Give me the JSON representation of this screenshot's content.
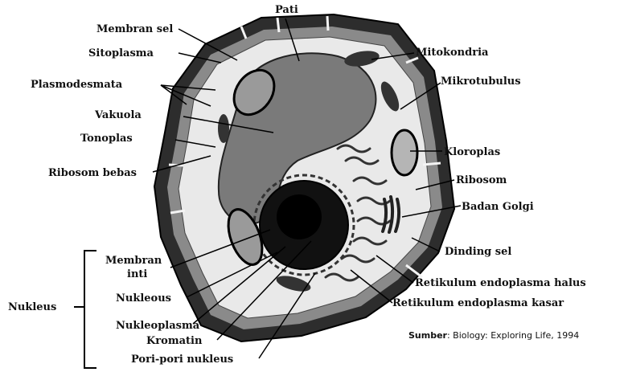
{
  "labels": {
    "pati": "Pati",
    "membran_sel": "Membran sel",
    "sitoplasma": "Sitoplasma",
    "plasmodesmata": "Plasmodesmata",
    "vakuola": "Vakuola",
    "tonoplas": "Tonoplas",
    "ribosom_bebas": "Ribosom bebas",
    "mitokondria": "Mitokondria",
    "mikrotubulus": "Mikrotubulus",
    "kloroplas": "Kloroplas",
    "ribosom": "Ribosom",
    "badan_golgi": "Badan Golgi",
    "dinding_sel": "Dinding sel",
    "membran_inti_1": "Membran",
    "membran_inti_2": "inti",
    "nukleous": "Nukleous",
    "nukleus": "Nukleus",
    "nukleoplasma": "Nukleoplasma",
    "kromatin": "Kromatin",
    "pori_pori": "Pori-pori nukleus",
    "re_halus": "Retikulum endoplasma halus",
    "re_kasar": "Retikulum endoplasma kasar"
  },
  "source": {
    "prefix": "Sumber",
    "text": ": Biology: Exploring Life, 1994"
  }
}
